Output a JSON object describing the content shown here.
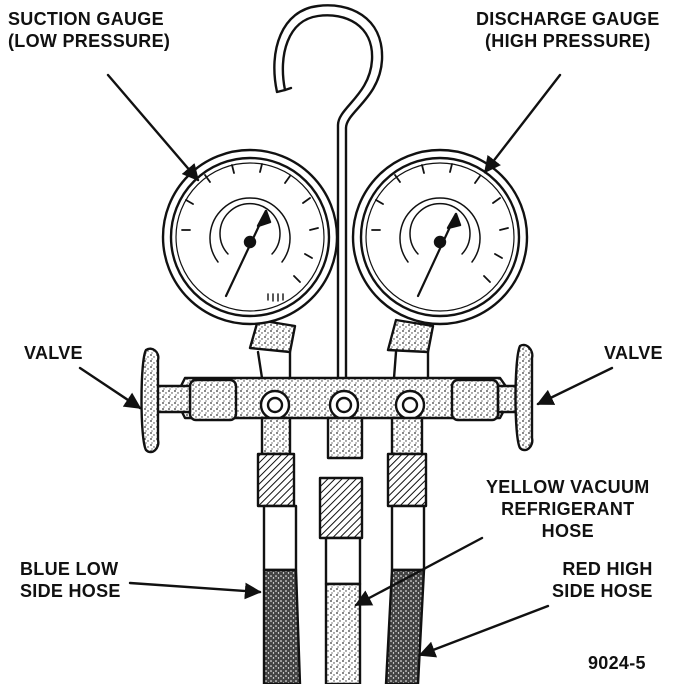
{
  "labels": {
    "suction_gauge": [
      "SUCTION GAUGE",
      "(LOW PRESSURE)"
    ],
    "discharge_gauge": [
      "DISCHARGE GAUGE",
      "(HIGH PRESSURE)"
    ],
    "valve_left": "VALVE",
    "valve_right": "VALVE",
    "yellow_hose": [
      "YELLOW VACUUM",
      "REFRIGERANT",
      "HOSE"
    ],
    "blue_hose": [
      "BLUE LOW",
      "SIDE HOSE"
    ],
    "red_hose": [
      "RED HIGH",
      "SIDE HOSE"
    ],
    "figure_number": "9024-5"
  },
  "colors": {
    "ink": "#111111",
    "paper": "#ffffff",
    "shade": "#b8b8b8"
  }
}
